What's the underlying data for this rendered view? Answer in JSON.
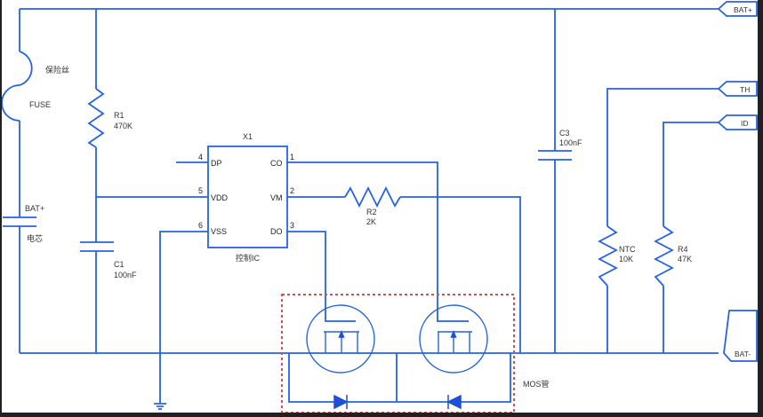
{
  "diagram": {
    "title": "Battery protection circuit schematic",
    "wire_color": "#2563e6",
    "highlight_color": "#ef4444",
    "components": {
      "fuse": {
        "name_cn": "保险丝",
        "name_en": "FUSE"
      },
      "battery_cell": {
        "label": "BAT+",
        "name_cn": "电芯"
      },
      "r1": {
        "ref": "R1",
        "value": "470K"
      },
      "c1": {
        "ref": "C1",
        "value": "100nF"
      },
      "ic": {
        "ref": "X1",
        "name": "控制IC",
        "pins_left": [
          {
            "num": "4",
            "name": "DP"
          },
          {
            "num": "5",
            "name": "VDD"
          },
          {
            "num": "6",
            "name": "VSS"
          }
        ],
        "pins_right": [
          {
            "num": "1",
            "name": "CO"
          },
          {
            "num": "2",
            "name": "VM"
          },
          {
            "num": "3",
            "name": "DO"
          }
        ]
      },
      "r2": {
        "ref": "R2",
        "value": "2K"
      },
      "c3": {
        "ref": "C3",
        "value": "100nF"
      },
      "ntc": {
        "ref": "NTC",
        "value": "10K"
      },
      "r4": {
        "ref": "R4",
        "value": "47K"
      },
      "mos": {
        "label": "MOS管"
      }
    },
    "ports": {
      "bat_plus": "BAT+",
      "th": "TH",
      "id": "ID",
      "bat_minus": "BAT-"
    }
  }
}
